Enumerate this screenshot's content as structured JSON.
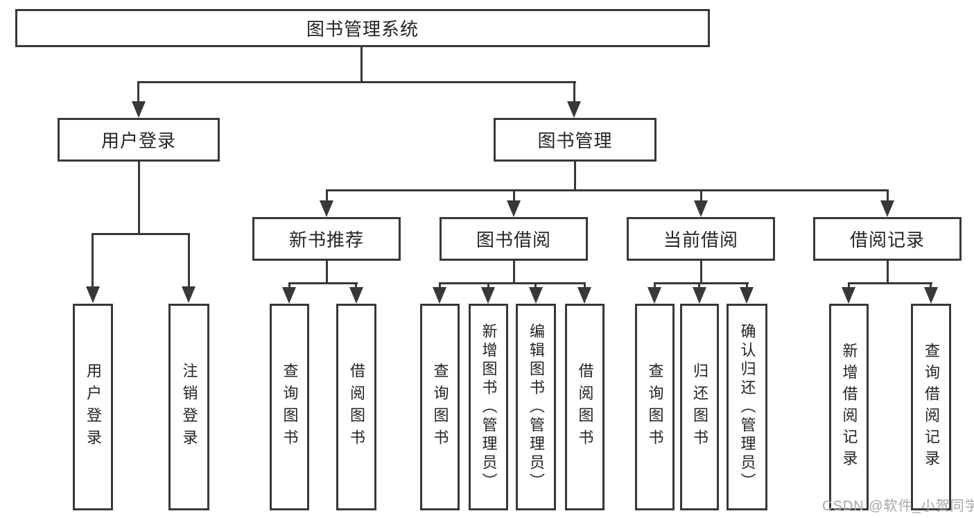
{
  "diagram": {
    "root": {
      "label": "图书管理系统"
    },
    "level2": {
      "user_login": "用户登录",
      "book_management": "图书管理"
    },
    "level3": {
      "new_book": "新书推荐",
      "book_borrow": "图书借阅",
      "current_borrow": "当前借阅",
      "borrow_record": "借阅记录"
    },
    "leaves": {
      "user": [
        "用户登录",
        "注销登录"
      ],
      "new_book": [
        "查询图书",
        "借阅图书"
      ],
      "book_borrow": [
        "查询图书",
        "新增图书（管理员）",
        "编辑图书（管理员）",
        "借阅图书"
      ],
      "current_borrow": [
        "查询图书",
        "归还图书",
        "确认归还（管理员）"
      ],
      "borrow_record": [
        "新增借阅记录",
        "查询借阅记录"
      ]
    },
    "colors": {
      "line": "#383838",
      "text": "#242424",
      "background": "#ffffff",
      "watermark": "#a6a6a8"
    },
    "watermark": "CSDN @软件_小贺同学"
  }
}
